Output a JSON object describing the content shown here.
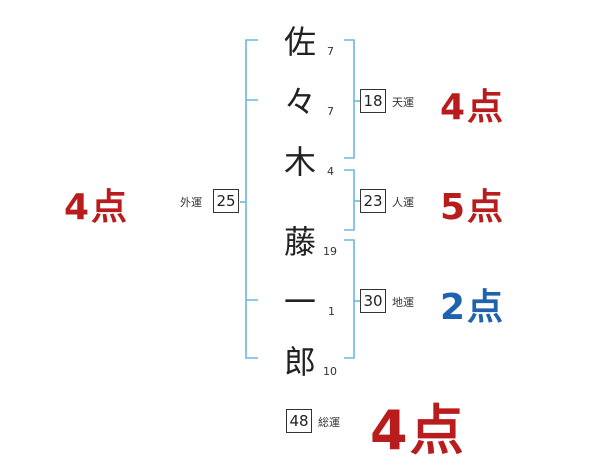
{
  "colors": {
    "bracket": "#6ab8e0",
    "score_red": "#b81c1c",
    "score_blue": "#1f63b0"
  },
  "name_chars": [
    "佐",
    "々",
    "木",
    "藤",
    "一",
    "郎"
  ],
  "stroke_counts": [
    "7",
    "7",
    "4",
    "19",
    "1",
    "10"
  ],
  "fortunes": {
    "tenkaku": {
      "value": "18",
      "label": "天運",
      "score": "4点",
      "color": "red"
    },
    "jinkaku": {
      "value": "23",
      "label": "人運",
      "score": "5点",
      "color": "red"
    },
    "chikaku": {
      "value": "30",
      "label": "地運",
      "score": "2点",
      "color": "blue"
    },
    "gaikaku": {
      "value": "25",
      "label": "外運",
      "score": "4点",
      "color": "red"
    },
    "soukaku": {
      "value": "48",
      "label": "総運",
      "score": "4点",
      "color": "red"
    }
  }
}
